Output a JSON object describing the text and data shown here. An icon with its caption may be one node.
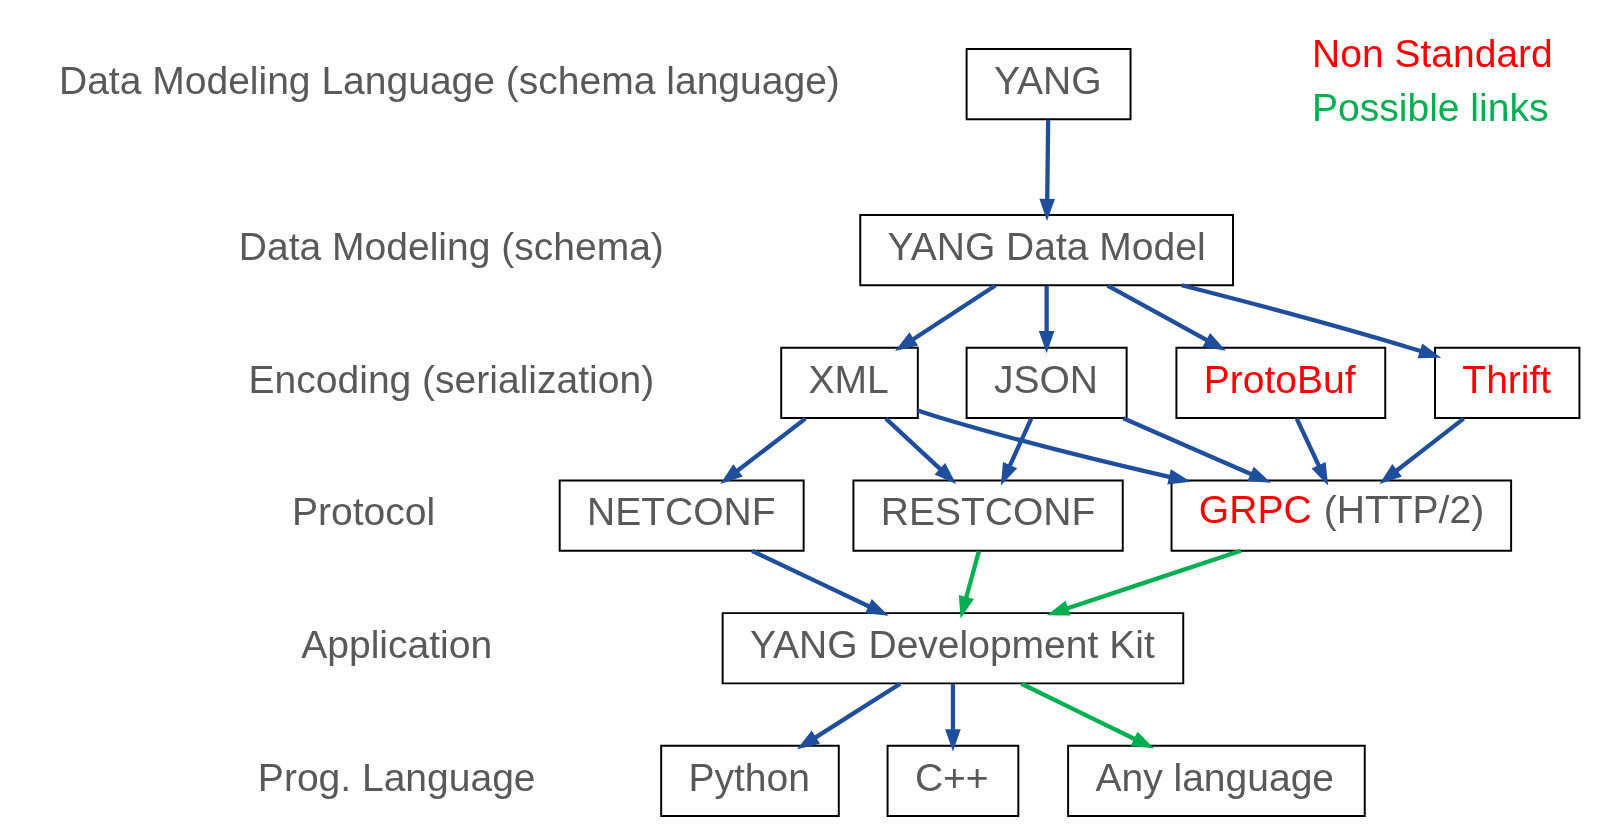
{
  "diagram": {
    "nodes": [
      {
        "text": [
          "YANG"
        ]
      },
      {
        "text": [
          "YANG Data Model"
        ]
      },
      {
        "text": [
          "XML"
        ]
      },
      {
        "text": [
          "JSON"
        ]
      },
      {
        "text": [
          "ProtoBuf"
        ]
      },
      {
        "text": [
          "Thrift"
        ]
      },
      {
        "text": [
          "NETCONF"
        ]
      },
      {
        "text": [
          "RESTCONF"
        ]
      },
      {
        "text": [
          "GRPC (HTTP/2)"
        ]
      },
      {
        "text": [
          "YANG Development Kit"
        ]
      },
      {
        "text": [
          "Python"
        ]
      },
      {
        "text": [
          "C++"
        ]
      },
      {
        "text": [
          "Any language"
        ]
      }
    ],
    "edges": [
      {
        "from": 0,
        "to": 1,
        "arrow": "to"
      },
      {
        "from": 1,
        "to": 2,
        "arrow": "to"
      },
      {
        "from": 1,
        "to": 3,
        "arrow": "to"
      },
      {
        "from": 1,
        "to": 4,
        "arrow": "to"
      },
      {
        "from": 1,
        "to": 5,
        "arrow": "to"
      },
      {
        "from": 2,
        "to": 6,
        "arrow": "to"
      },
      {
        "from": 2,
        "to": 7,
        "arrow": "to"
      },
      {
        "from": 2,
        "to": 8,
        "arrow": "to"
      },
      {
        "from": 3,
        "to": 7,
        "arrow": "to"
      },
      {
        "from": 3,
        "to": 8,
        "arrow": "to"
      },
      {
        "from": 4,
        "to": 8,
        "arrow": "to"
      },
      {
        "from": 5,
        "to": 8,
        "arrow": "to"
      },
      {
        "from": 6,
        "to": 9,
        "arrow": "to"
      },
      {
        "from": 7,
        "to": 9,
        "arrow": "to",
        "color": "#00b050"
      },
      {
        "from": 8,
        "to": 9,
        "arrow": "to",
        "color": "#00b050"
      },
      {
        "from": 9,
        "to": 10,
        "arrow": "to"
      },
      {
        "from": 9,
        "to": 11,
        "arrow": "to"
      },
      {
        "from": 9,
        "to": 12,
        "arrow": "to",
        "color": "#00b050"
      }
    ],
    "labels": [
      "Data Modeling Language (schema language)",
      "Data Modeling (schema)",
      "Encoding (serialization)",
      "Protocol",
      "Application",
      "Prog. Language"
    ],
    "legend": [
      {
        "text": "Non Standard",
        "color": "#ff0000"
      },
      {
        "text": "Possible links",
        "color": "#00b050"
      }
    ]
  }
}
